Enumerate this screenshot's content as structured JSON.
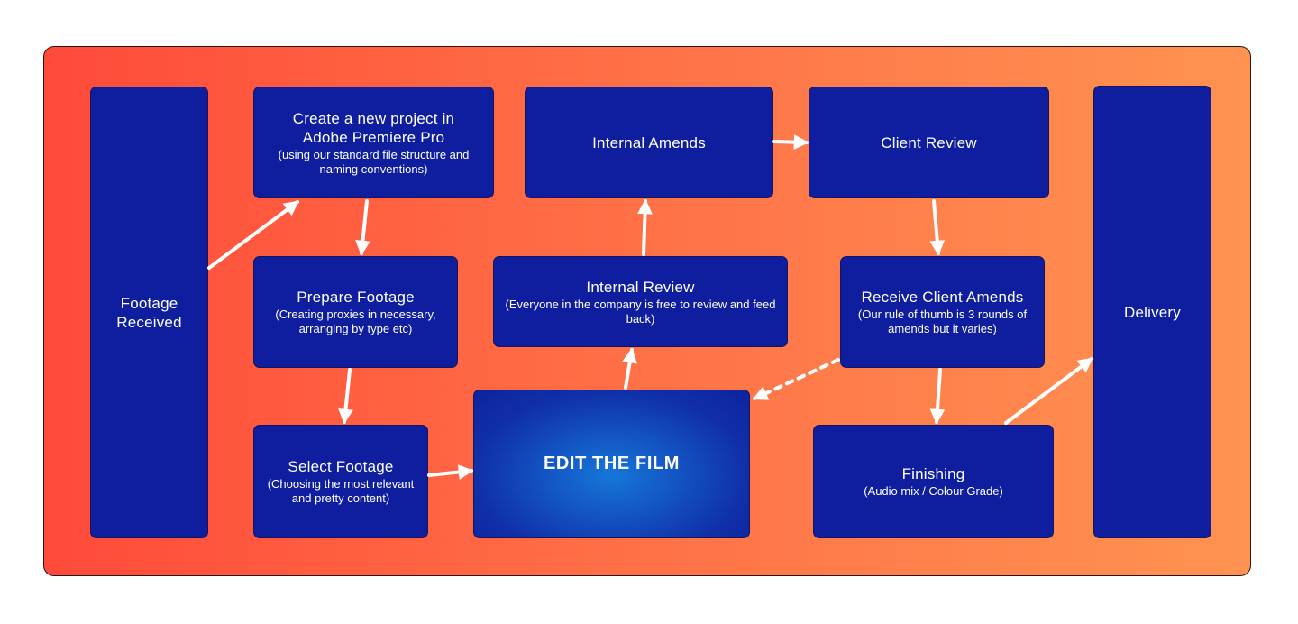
{
  "diagram": {
    "nodes": {
      "footage_received": {
        "title": "Footage Received",
        "sub": ""
      },
      "create_project": {
        "title": "Create a new project in Adobe Premiere Pro",
        "sub": "(using our standard file structure and naming conventions)"
      },
      "prepare_footage": {
        "title": "Prepare Footage",
        "sub": "(Creating proxies in necessary, arranging by type etc)"
      },
      "select_footage": {
        "title": "Select Footage",
        "sub": "(Choosing the most relevant and pretty content)"
      },
      "edit_film": {
        "title": "EDIT THE FILM",
        "sub": ""
      },
      "internal_review": {
        "title": "Internal Review",
        "sub": "(Everyone in the company is free to review and feed back)"
      },
      "internal_amends": {
        "title": "Internal Amends",
        "sub": ""
      },
      "client_review": {
        "title": "Client Review",
        "sub": ""
      },
      "receive_client_amends": {
        "title": "Receive Client Amends",
        "sub": "(Our rule of thumb is 3 rounds of amends but it varies)"
      },
      "finishing": {
        "title": "Finishing",
        "sub": "(Audio mix / Colour Grade)"
      },
      "delivery": {
        "title": "Delivery",
        "sub": ""
      }
    },
    "edges": [
      {
        "from": "footage_received",
        "to": "create_project",
        "style": "solid"
      },
      {
        "from": "create_project",
        "to": "prepare_footage",
        "style": "solid"
      },
      {
        "from": "prepare_footage",
        "to": "select_footage",
        "style": "solid"
      },
      {
        "from": "select_footage",
        "to": "edit_film",
        "style": "solid"
      },
      {
        "from": "edit_film",
        "to": "internal_review",
        "style": "solid"
      },
      {
        "from": "internal_review",
        "to": "internal_amends",
        "style": "solid"
      },
      {
        "from": "internal_amends",
        "to": "client_review",
        "style": "solid"
      },
      {
        "from": "client_review",
        "to": "receive_client_amends",
        "style": "solid"
      },
      {
        "from": "receive_client_amends",
        "to": "edit_film",
        "style": "dashed"
      },
      {
        "from": "receive_client_amends",
        "to": "finishing",
        "style": "solid"
      },
      {
        "from": "finishing",
        "to": "delivery",
        "style": "solid"
      }
    ]
  },
  "colors": {
    "node_fill": "#0e1e9e",
    "edit_node_glow": "#1677d8",
    "background_left": "#ff4a3a",
    "background_right": "#ff9350",
    "arrow": "#ffffff"
  }
}
